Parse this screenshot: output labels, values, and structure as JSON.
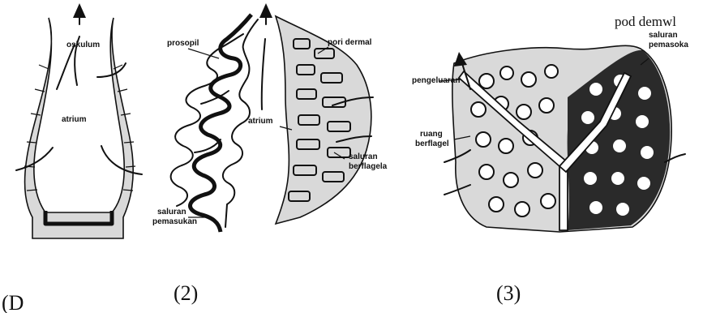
{
  "top_note": "pod demwl",
  "figures": [
    {
      "caption": "(D",
      "labels": {
        "oskulum": "oskulum",
        "atrium": "atrium"
      }
    },
    {
      "caption": "(2)",
      "labels": {
        "prosopil": "prosopil",
        "pori_dermal": "pori dermal",
        "atrium": "atrium",
        "saluran_berflagela": [
          "saluran",
          "berflagela"
        ],
        "saluran_pemasukan": [
          "saluran",
          "pemasukan"
        ]
      }
    },
    {
      "caption": "(3)",
      "labels": {
        "pengeluaran": "pengeluaran",
        "ruang_berflagel": [
          "ruang",
          "berflagel"
        ],
        "saluran_pemasukan": [
          "saluran",
          "pemasoka"
        ]
      }
    }
  ]
}
